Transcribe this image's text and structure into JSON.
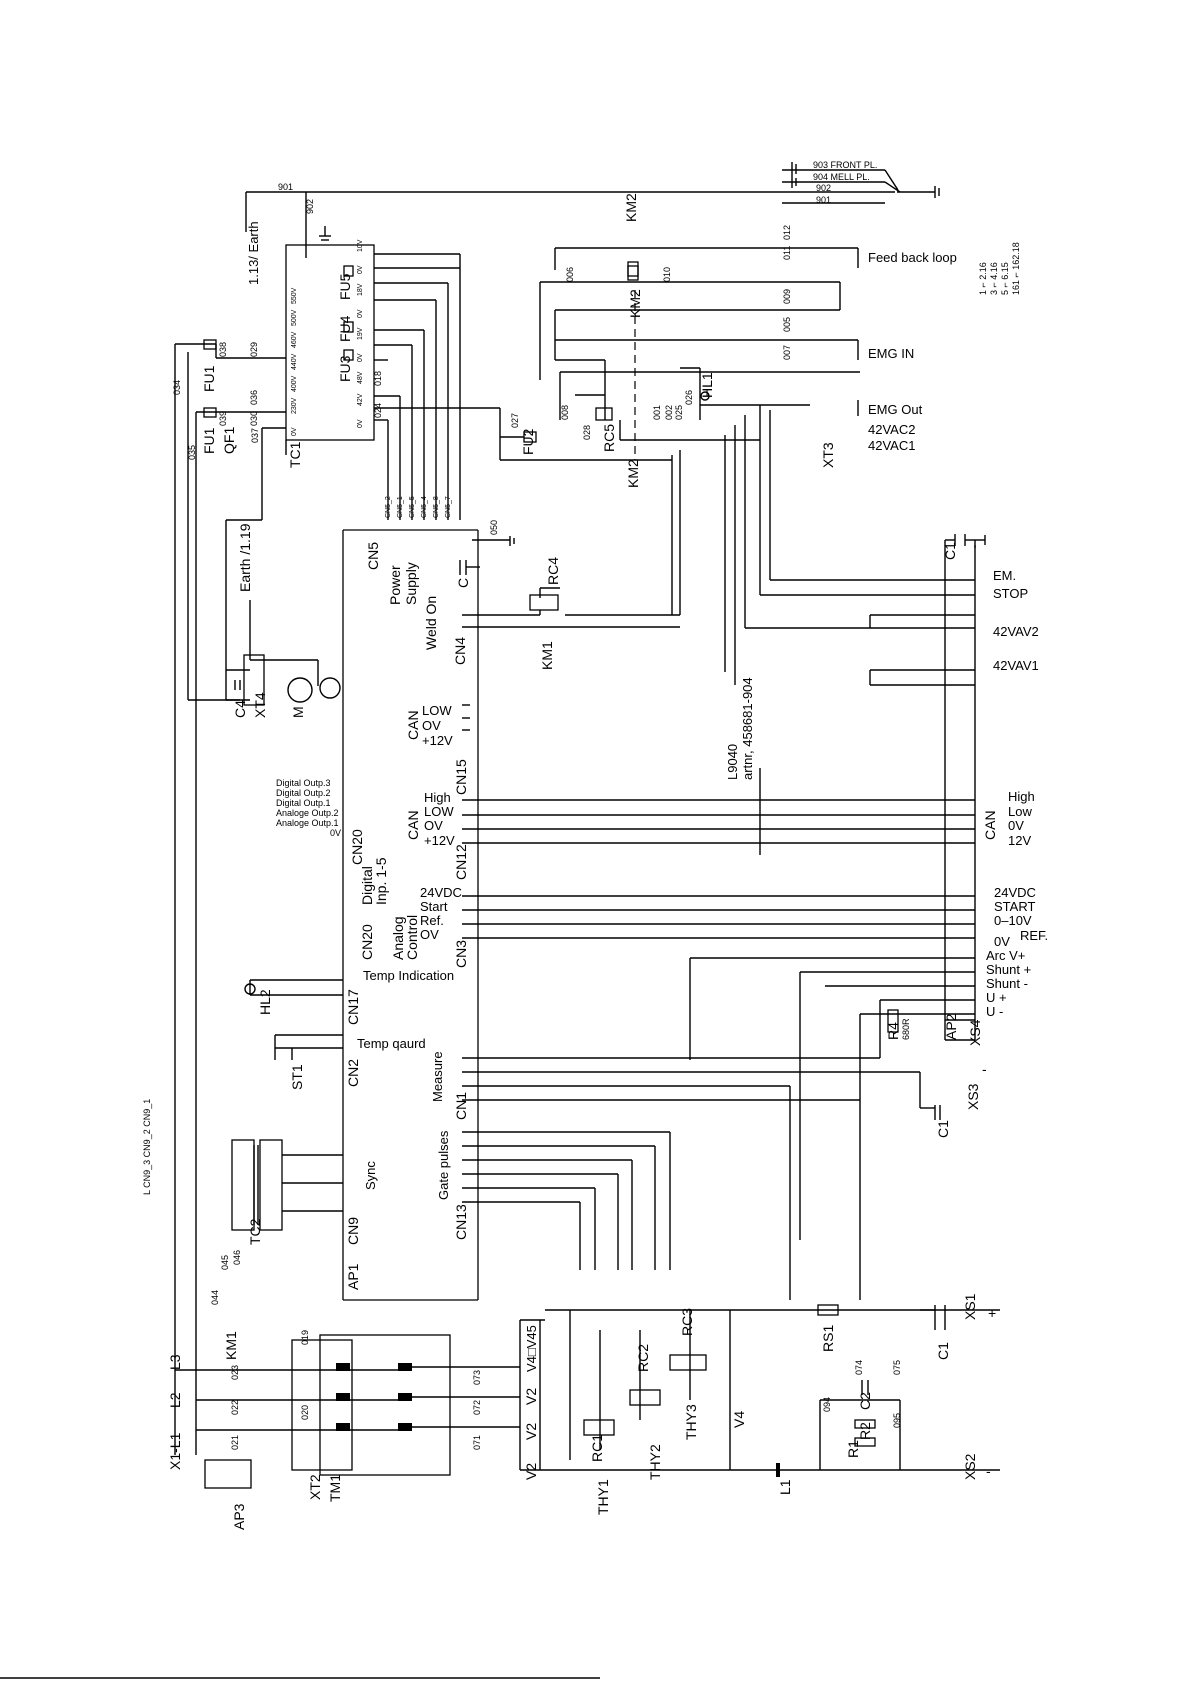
{
  "right_labels": {
    "feedback": "Feed back loop",
    "emg_in": "EMG IN",
    "emg_out": "EMG Out",
    "vac2": "42VAC2",
    "vac1": "42VAC1",
    "em": "EM.",
    "stop": "STOP",
    "vav2": "42VAV2",
    "vav1": "42VAV1",
    "high": "High",
    "low": "Low",
    "ov": "0V",
    "v12": "12V",
    "can": "CAN",
    "v24dc": "24VDC",
    "start": "START",
    "v010": "0–10V",
    "ref": "REF.",
    "v0": "0V",
    "arcv": "Arc V+",
    "shuntp": "Shunt +",
    "shuntm": "Shunt -",
    "up": "U +",
    "um": "U -",
    "minus1": "-",
    "plus": "+",
    "minus2": "-"
  },
  "top_labels": {
    "front": "903 FRONT PL.",
    "mell": "904 MELL PL.",
    "w902": "902",
    "w901": "901",
    "w901b": "901",
    "w902b": "902",
    "earth_ref": "1.13/ Earth",
    "km2_title": "KM2",
    "map1": "1 ⌐ 2.16",
    "map2": "3 ⌐ 4.16",
    "map3": "5 ⌐ 6.15",
    "map4": "161 ⌐ 162.18"
  },
  "components": {
    "tc1": "TC1",
    "fu1a": "FU1",
    "fu1b": "FU1",
    "qf1": "QF1",
    "fu2": "FU2",
    "fu3": "FU3",
    "fu4": "FU4",
    "fu5": "FU5",
    "rc5": "RC5",
    "km2a": "KM2",
    "km2b": "KM2",
    "hl1": "HL1",
    "xt3": "XT3",
    "earth2": "Earth /1.19",
    "c4": "C4",
    "xt4": "XT4",
    "m": "M",
    "cn5": "CN5",
    "power_supply_1": "Power",
    "power_supply_2": "Supply",
    "c": "C",
    "rc4": "RC4",
    "weld_on": "Weld On",
    "cn4": "CN4",
    "km1": "KM1",
    "c1_top": "C1",
    "can_lbl": "CAN",
    "can_low": "LOW",
    "can_ov": "OV",
    "can_12": "+12V",
    "cn15": "CN15",
    "l9040": "L9040",
    "artnr": "artnr, 458681-904",
    "can2": "CAN",
    "high2": "High",
    "low2": "LOW",
    "ov2": "OV",
    "p12": "+12V",
    "cn12": "CN12",
    "cn20a": "CN20",
    "cn20b": "CN20",
    "digital_inp": "Digital",
    "digital_inp2": "Inp. 1-5",
    "analog": "Analog",
    "control": "Control",
    "v24": "24VDC",
    "start_l": "Start",
    "ref_l": "Ref.",
    "ov_l": "OV",
    "cn3": "CN3",
    "temp_ind": "Temp Indication",
    "hl2": "HL2",
    "cn17": "CN17",
    "temp_guard": "Temp qaurd",
    "st1": "ST1",
    "cn2": "CN2",
    "measure": "Measure",
    "cn1": "CN1",
    "r4": "R4",
    "r4v": "680R",
    "ap2": "AP2",
    "xs4": "XS4",
    "xs3": "XS3",
    "c1_mid": "C1",
    "gate_pulses": "Gate pulses",
    "cn13": "CN13",
    "sync": "Sync",
    "cn9": "CN9",
    "tc2": "TC2",
    "ap1": "AP1",
    "dout3": "Digital Outp.3",
    "dout2": "Digital Outp.2",
    "dout1": "Digital Outp.1",
    "aout2": "Analoge Outp.2",
    "aout1": "Analoge Outp.1",
    "ov_a": "0V",
    "km1b": "KM1",
    "l3": "L3",
    "l2": "L2",
    "x1l1": "X1-L1",
    "ap3": "AP3",
    "xt2": "XT2",
    "tm1": "TM1",
    "thy1": "THY1",
    "thy2": "THY2",
    "thy3": "THY3",
    "rc1": "RC1",
    "rc2": "RC2",
    "rc3": "RC3",
    "v4": "V4",
    "v4v45": "V4□V45",
    "v2a": "V2",
    "v2b": "V2",
    "v2c": "V2",
    "l1": "L1",
    "rs1": "RS1",
    "xs1": "XS1",
    "xs2": "XS2",
    "c1_bot": "C1",
    "r1": "R1",
    "r2": "R2",
    "c2": "C2",
    "cn9_labels": "L CN9_3 CN9_2 CN9_1"
  },
  "wire_numbers": {
    "w034": "034",
    "w035": "035",
    "w036": "036",
    "w038": "038",
    "w039": "039",
    "w030": "030",
    "w037": "037",
    "w018": "018",
    "w024": "024",
    "w027": "027",
    "w029": "029",
    "w007": "007",
    "w008": "008",
    "w005": "005",
    "w006": "006",
    "w010": "010",
    "w011": "011",
    "w012": "012",
    "w009": "009",
    "w001": "001",
    "w002": "002",
    "w025": "025",
    "w026": "026",
    "w028": "028",
    "w050": "050",
    "w071": "071",
    "w072": "072",
    "w073": "073",
    "w074": "074",
    "w075": "075",
    "w094": "094",
    "w095": "095",
    "w019": "019",
    "w020": "020",
    "w021": "021",
    "w022": "022",
    "w023": "023",
    "w044": "044",
    "w045": "045",
    "w046": "046"
  },
  "tc1_taps": [
    "0V",
    "230V",
    "400V",
    "440V",
    "460V",
    "500V",
    "550V"
  ],
  "tc1_secondary": [
    "0V",
    "42V",
    "48V",
    "0V",
    "19V",
    "0V",
    "18V",
    "0V",
    "10V"
  ],
  "cn5_pins": [
    "CN5_2",
    "CN5_1",
    "CN5_5",
    "CN5_4",
    "CN5_8",
    "CN5_7"
  ]
}
